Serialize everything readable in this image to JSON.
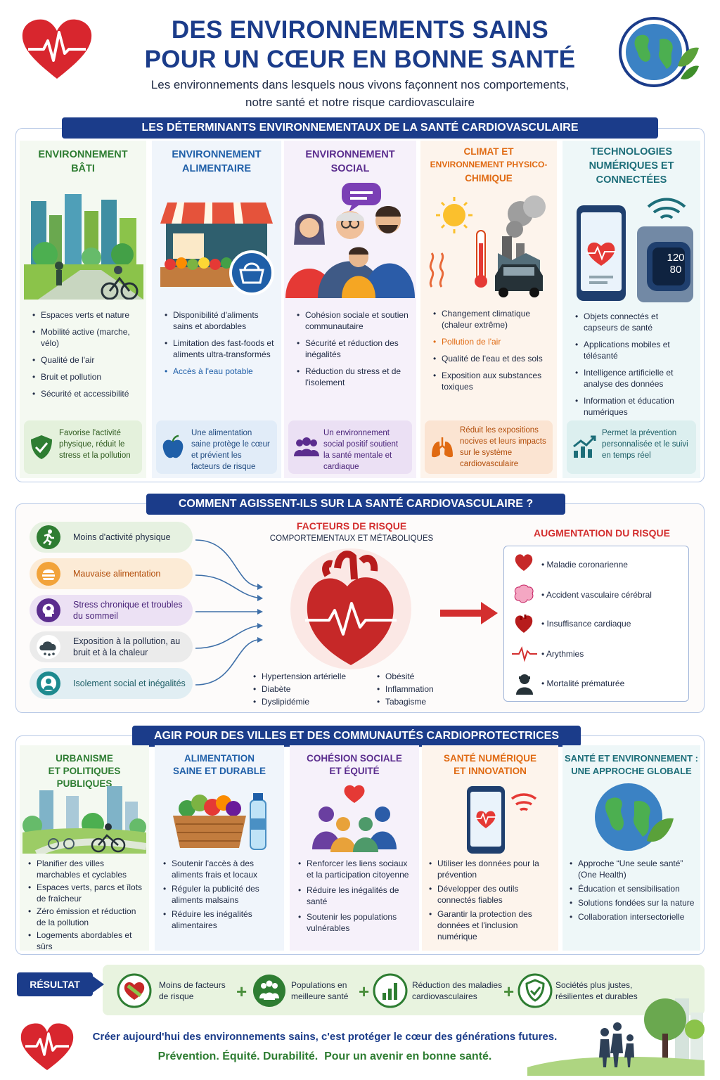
{
  "title_l1": "DES ENVIRONNEMENTS SAINS",
  "title_l2": "POUR UN CŒUR EN BONNE SANTÉ",
  "subtitle_l1": "Les environnements dans lesquels nous vivons façonnent nos comportements,",
  "subtitle_l2": "notre santé et notre risque cardiovasculaire",
  "s1": {
    "banner": "LES DÉTERMINANTS ENVIRONNEMENTAUX DE LA SANTÉ CARDIOVASCULAIRE",
    "cols": [
      {
        "t1": "ENVIRONNEMENT",
        "t2": "BÂTI",
        "items": [
          "Espaces verts et nature",
          "Mobilité active (marche, vélo)",
          "Qualité de l'air",
          "Bruit et pollution",
          "Sécurité et accessibilité"
        ],
        "callout": "Favorise l'activité physique, réduit le stress et la pollution"
      },
      {
        "t1": "ENVIRONNEMENT",
        "t2": "ALIMENTAIRE",
        "items": [
          "Disponibilité d'aliments sains et abordables",
          "Limitation des fast-foods et aliments ultra-transformés",
          "Accès à l'eau potable"
        ],
        "callout": "Une alimentation saine protège le cœur et prévient les facteurs de risque"
      },
      {
        "t1": "ENVIRONNEMENT",
        "t2": "SOCIAL",
        "items": [
          "Cohésion sociale et soutien communautaire",
          "Sécurité et réduction des inégalités",
          "Réduction du stress et de l'isolement"
        ],
        "callout": "Un environnement social positif soutient la santé mentale et cardiaque"
      },
      {
        "t1": "CLIMAT ET",
        "t2": "ENVIRONNEMENT PHYSICO-",
        "t3": "CHIMIQUE",
        "items": [
          "Changement climatique (chaleur extrême)",
          "Pollution de l'air",
          "Qualité de l'eau et des sols",
          "Exposition aux substances toxiques"
        ],
        "callout": "Réduit les expositions nocives et leurs impacts sur le système cardiovasculaire"
      },
      {
        "t1": "TECHNOLOGIES",
        "t2": "NUMÉRIQUES ET",
        "t3": "CONNECTÉES",
        "items": [
          "Objets connectés et capseurs de santé",
          "Applications mobiles et télésanté",
          "Intelligence artificielle et analyse des données",
          "Information et éducation numériques"
        ],
        "callout": "Permet la prévention personnalisée et le suivi en temps réel",
        "watch_l1": "120",
        "watch_l2": "80"
      }
    ]
  },
  "s2": {
    "banner": "COMMENT AGISSENT-ILS SUR LA SANTÉ CARDIOVASCULAIRE ?",
    "causes": [
      "Moins d'activité physique",
      "Mauvaise alimentation",
      "Stress chronique et troubles du sommeil",
      "Exposition à la pollution, au bruit et à la chaleur",
      "Isolement social et inégalités"
    ],
    "rf_title": "FACTEURS DE RISQUE",
    "rf_sub": "COMPORTEMENTAUX ET MÉTABOLIQUES",
    "rf_left": [
      "Hypertension artérielle",
      "Diabète",
      "Dyslipidémie"
    ],
    "rf_right": [
      "Obésité",
      "Inflammation",
      "Tabagisme"
    ],
    "risk_title": "AUGMENTATION DU RISQUE",
    "risks": [
      "Maladie coronarienne",
      "Accident vasculaire cérébral",
      "Insuffisance cardiaque",
      "Arythmies",
      "Mortalité prématurée"
    ]
  },
  "s3": {
    "banner": "AGIR POUR DES VILLES ET DES COMMUNAUTÉS CARDIOPROTECTRICES",
    "cols": [
      {
        "t1": "URBANISME",
        "t2": "ET POLITIQUES PUBLIQUES",
        "items": [
          "Planifier des villes marchables et cyclables",
          "Espaces verts, parcs et îlots de fraîcheur",
          "Zéro émission et réduction de la pollution",
          "Logements abordables et sûrs"
        ]
      },
      {
        "t1": "ALIMENTATION",
        "t2": "SAINE ET DURABLE",
        "items": [
          "Soutenir l'accès à des aliments frais et locaux",
          "Réguler la publicité des aliments malsains",
          "Réduire les inégalités alimentaires"
        ]
      },
      {
        "t1": "COHÉSION SOCIALE",
        "t2": "ET ÉQUITÉ",
        "items": [
          "Renforcer les liens sociaux et la participation citoyenne",
          "Réduire les inégalités de santé",
          "Soutenir les populations vulnérables"
        ]
      },
      {
        "t1": "SANTÉ NUMÉRIQUE",
        "t2": "ET INNOVATION",
        "items": [
          "Utiliser les données pour la prévention",
          "Développer des outils connectés fiables",
          "Garantir la protection des données et l'inclusion numérique"
        ]
      },
      {
        "t1": "SANTÉ ET ENVIRONNEMENT :",
        "t2": "UNE APPROCHE GLOBALE",
        "items": [
          "Approche “Une seule santé” (One Health)",
          "Éducation et sensibilisation",
          "Solutions fondées sur la nature",
          "Collaboration intersectorielle"
        ]
      }
    ]
  },
  "result": {
    "label": "RÉSULTAT",
    "items": [
      "Moins de facteurs de risque",
      "Populations en meilleure santé",
      "Réduction des maladies cardiovasculaires",
      "Sociétés plus justes, résilientes et durables"
    ]
  },
  "footer": {
    "l1": "Créer aujourd'hui des environnements sains, c'est protéger le cœur des générations futures.",
    "l2": "Prévention. Équité. Durabilité.  Pour un avenir en bonne santé."
  },
  "colors": {
    "navy": "#1b3c8a",
    "green": "#2e7d32",
    "blue": "#1f5fa8",
    "purple": "#5b2d8e",
    "orange": "#e06a12",
    "teal": "#1d6e79",
    "red": "#d32f2f"
  }
}
